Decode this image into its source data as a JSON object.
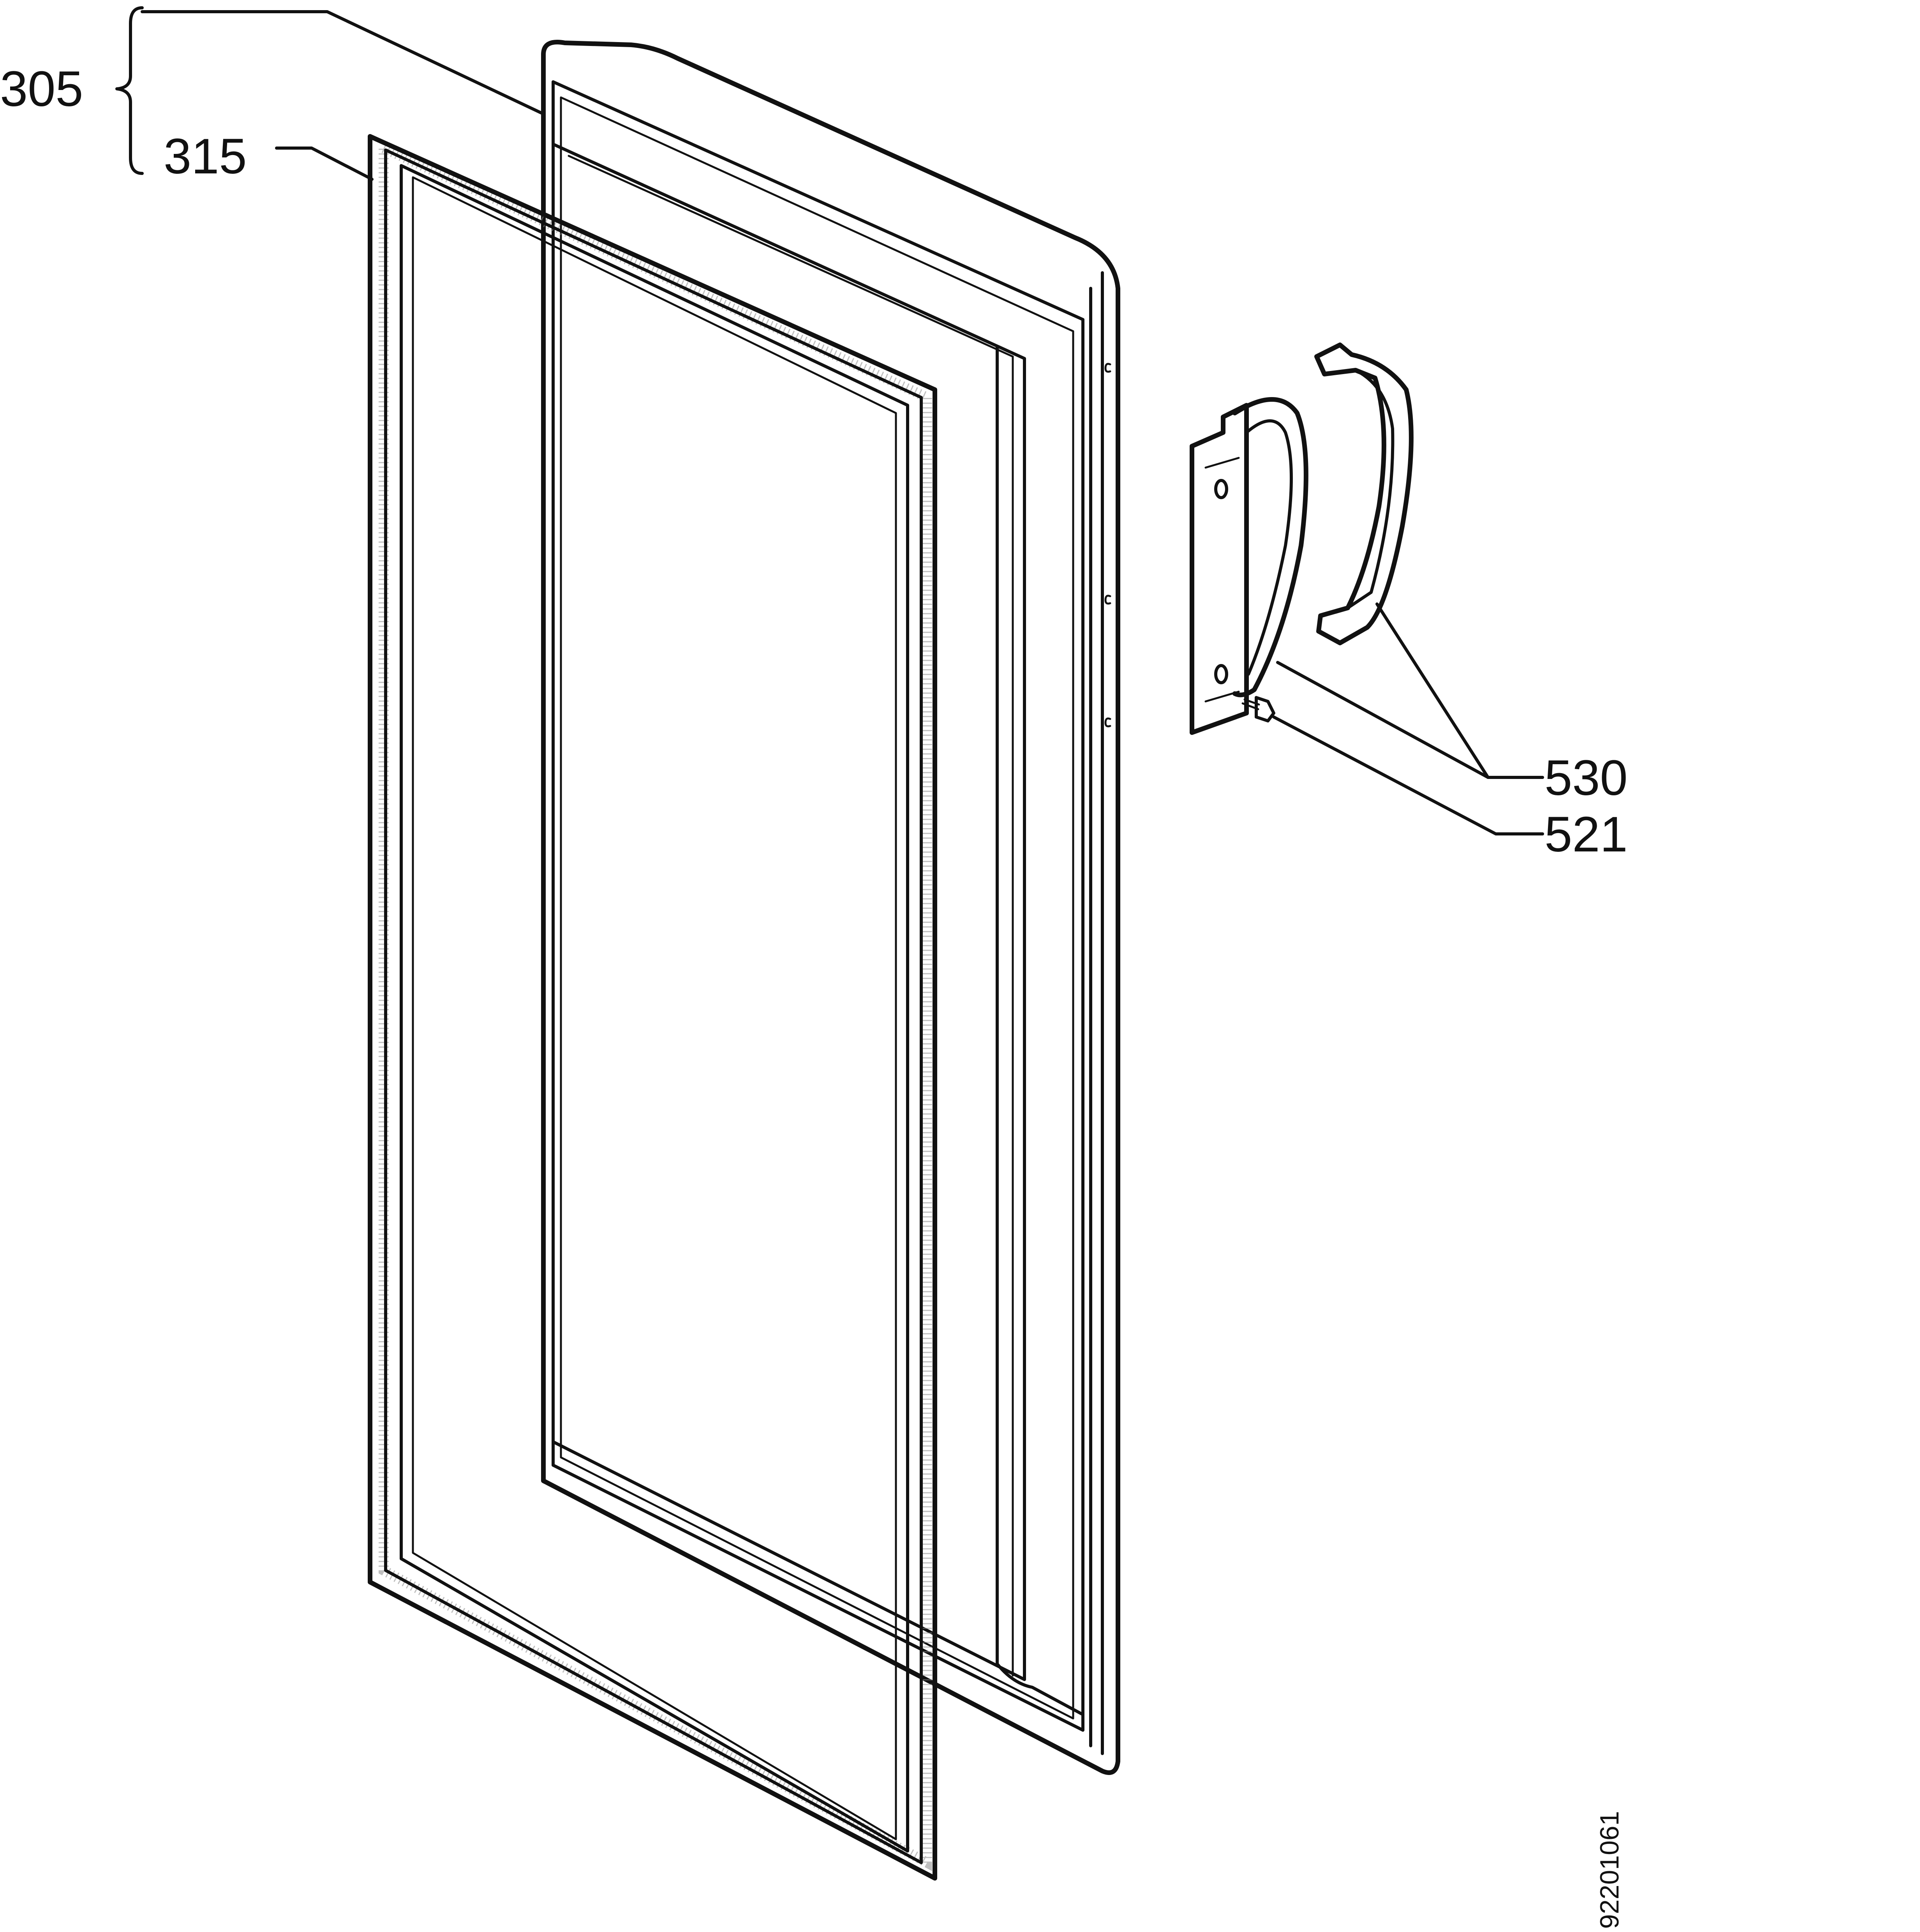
{
  "callouts": {
    "door_assembly": "305",
    "door_gasket": "315",
    "handle": "530",
    "screw": "521"
  },
  "drawing_code": "92201061",
  "colors": {
    "line": "#111111",
    "background": "#ffffff"
  }
}
